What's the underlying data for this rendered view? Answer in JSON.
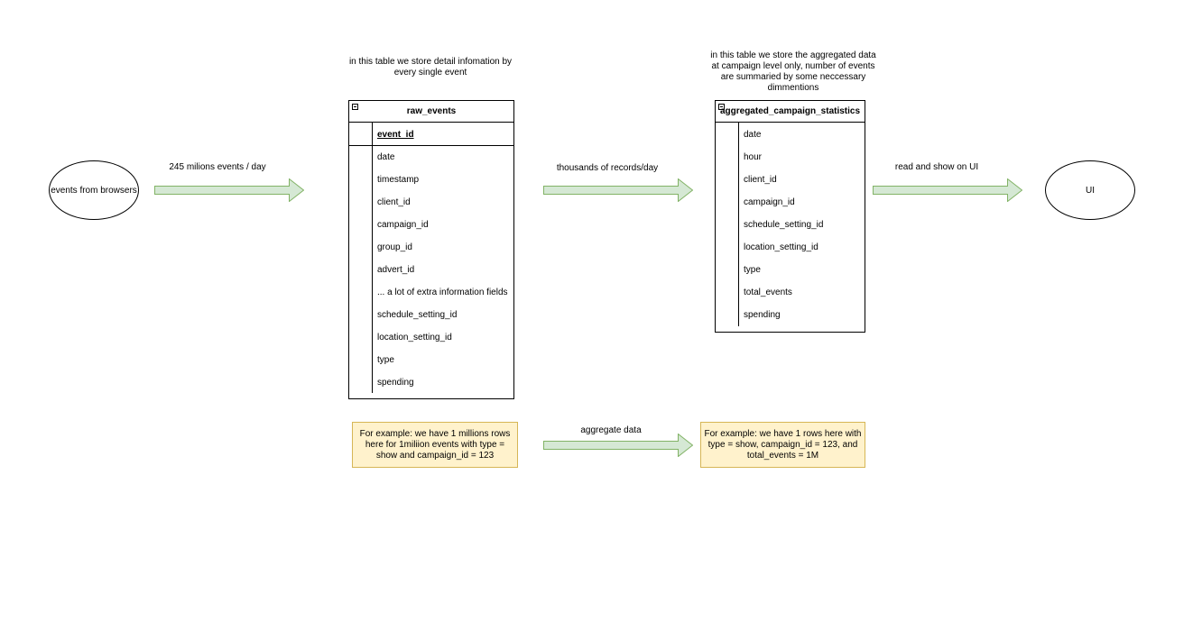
{
  "source": {
    "label": "events from browsers"
  },
  "target": {
    "label": "UI"
  },
  "arrows": {
    "ingest_label": "245 milions events / day",
    "aggregate_label": "thousands of records/day",
    "read_label": "read and show on UI",
    "example_label": "aggregate data"
  },
  "raw_table": {
    "note": "in this table we store detail infomation by every single event",
    "title": "raw_events",
    "primary_key": "event_id",
    "fields": [
      "date",
      "timestamp",
      "client_id",
      "campaign_id",
      "group_id",
      "advert_id",
      "... a lot of extra information fields",
      "schedule_setting_id",
      "location_setting_id",
      "type",
      "spending"
    ]
  },
  "agg_table": {
    "note": "in this table we store the aggregated data at campaign level only, number of events are summaried by some neccessary dimmentions",
    "title": "aggregated_campaign_statistics",
    "fields": [
      "date",
      "hour",
      "client_id",
      "campaign_id",
      "schedule_setting_id",
      "location_setting_id",
      "type",
      "total_events",
      "spending"
    ]
  },
  "examples": {
    "raw": "For example: we have 1 millions rows here for 1miliion events with type = show and campaign_id = 123",
    "agg": "For example: we have 1  rows here with type = show,  campaign_id = 123, and total_events = 1M"
  },
  "colors": {
    "arrow_fill": "#d5e8d4",
    "arrow_stroke": "#82b366",
    "note_fill": "#fff2cc",
    "note_stroke": "#d6b656"
  }
}
